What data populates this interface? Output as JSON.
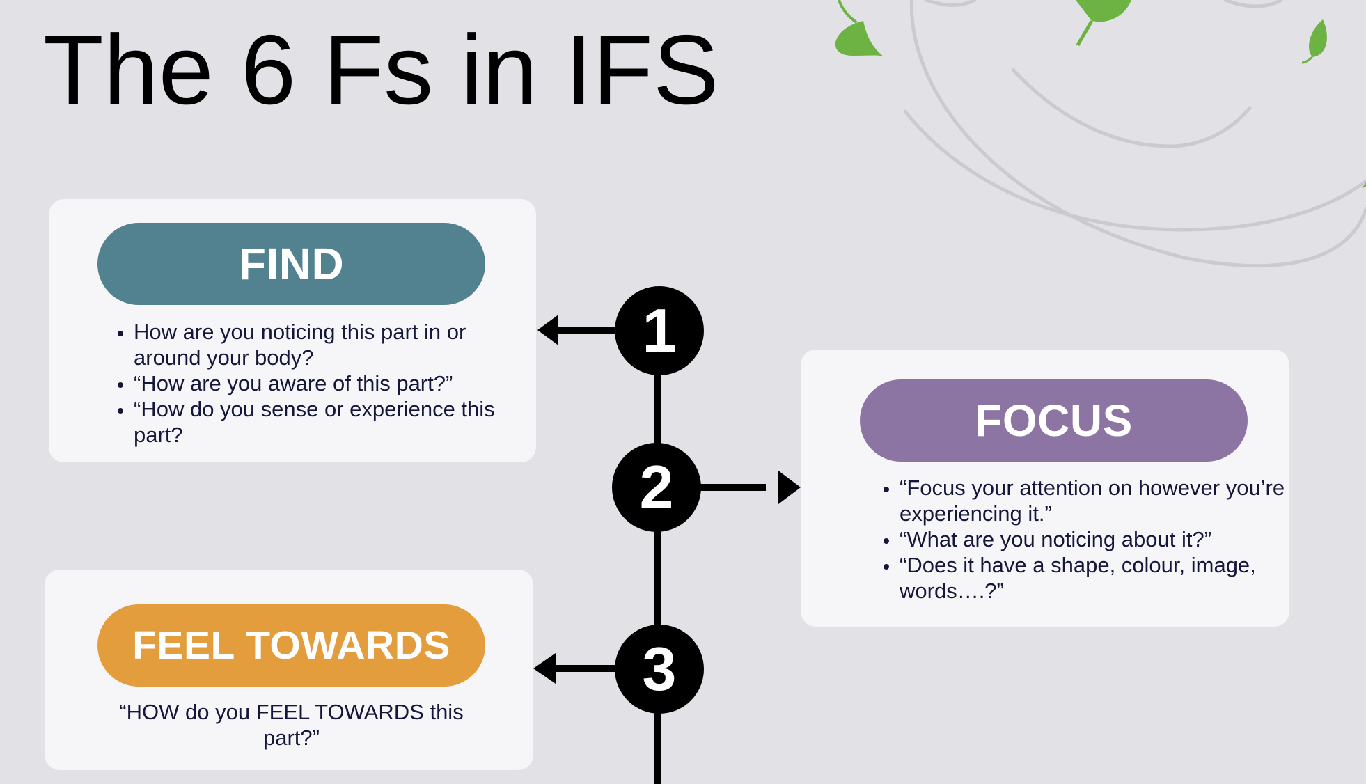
{
  "title": "The 6 Fs in IFS",
  "colors": {
    "find": "#52818f",
    "focus": "#8c74a3",
    "feel_towards": "#e49d3d",
    "background": "#e2e1e6",
    "card": "#f6f6f8",
    "leaf": "#6db344"
  },
  "steps": [
    {
      "number": "1",
      "label": "FIND",
      "questions": [
        "How are you noticing this part in or around your body?",
        "“How are you aware of this part?”",
        "“How do you sense or experience this part?"
      ]
    },
    {
      "number": "2",
      "label": "FOCUS",
      "questions": [
        "“Focus your attention on however you’re experiencing it.”",
        "“What are you noticing about it?”",
        "“Does it have a shape, colour, image, words….?”"
      ]
    },
    {
      "number": "3",
      "label": "FEEL TOWARDS",
      "text": "“HOW do you FEEL TOWARDS this part?”"
    }
  ],
  "icons": [
    "leaf-icon",
    "arrow-left-icon",
    "arrow-right-icon"
  ]
}
